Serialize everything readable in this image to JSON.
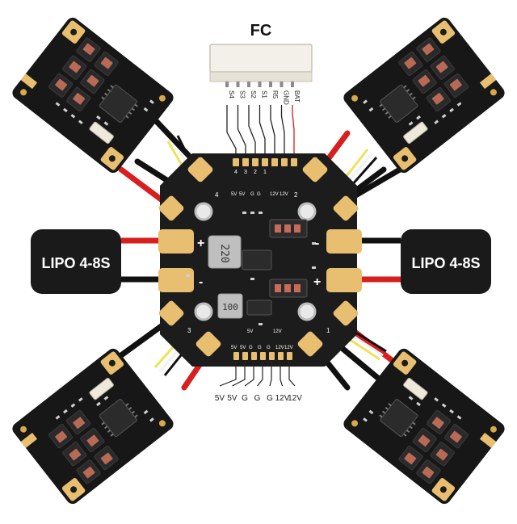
{
  "fc_title": "FC",
  "fc_pins": [
    "S4",
    "S3",
    "S2",
    "S1",
    "R5",
    "GND",
    "BAT"
  ],
  "power_pins": [
    "5V",
    "5V",
    "G",
    "G",
    "G",
    "12V",
    "12V"
  ],
  "lipo_left": "LIPO 4-8S",
  "lipo_right": "LIPO 4-8S",
  "pcb_silk": {
    "top_pads": [
      "4",
      "3",
      "2",
      "1"
    ],
    "top_pads_row2": [
      "12V",
      "12V",
      "G",
      "G",
      "5V",
      "5V"
    ],
    "bottom_row1": [
      "5V",
      "5V",
      "G",
      "G",
      "G",
      "12V",
      "12V"
    ],
    "bottom_row2": [
      "5V",
      "12V"
    ],
    "inductor_top": "220",
    "inductor_bottom": "100",
    "motor_numbers": [
      "1",
      "2",
      "3",
      "4"
    ],
    "polarity_plus": "+",
    "polarity_minus": "-"
  },
  "colors": {
    "pcb": "#1c1c1c",
    "pad": "#e8be70",
    "wire_red": "#d81e1e",
    "wire_black": "#111111",
    "wire_yellow": "#efe25a",
    "wire_white": "#f2f2f2",
    "connector": "#f3f0ea",
    "chip": "#2b2b2b"
  }
}
